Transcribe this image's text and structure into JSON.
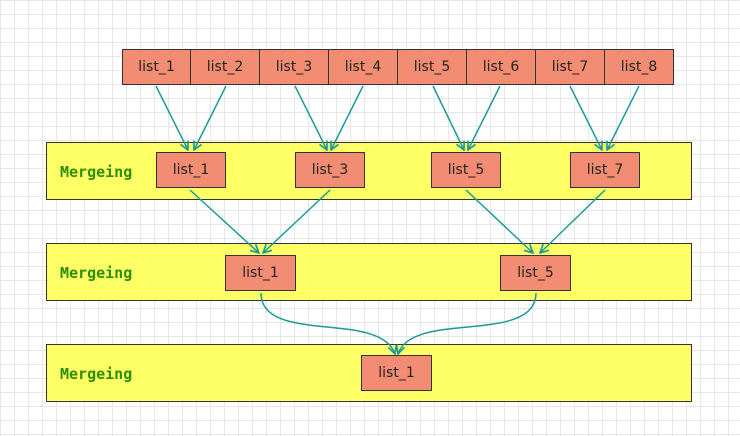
{
  "top_row": [
    "list_1",
    "list_2",
    "list_3",
    "list_4",
    "list_5",
    "list_6",
    "list_7",
    "list_8"
  ],
  "stages": [
    {
      "label": "Mergeing",
      "nodes": [
        "list_1",
        "list_3",
        "list_5",
        "list_7"
      ]
    },
    {
      "label": "Mergeing",
      "nodes": [
        "list_1",
        "list_5"
      ]
    },
    {
      "label": "Mergeing",
      "nodes": [
        "list_1"
      ]
    }
  ],
  "colors": {
    "node_fill": "#f28c72",
    "band_fill": "#ffff66",
    "label_text": "#2f8f00",
    "arrow": "#1a9a9a"
  }
}
